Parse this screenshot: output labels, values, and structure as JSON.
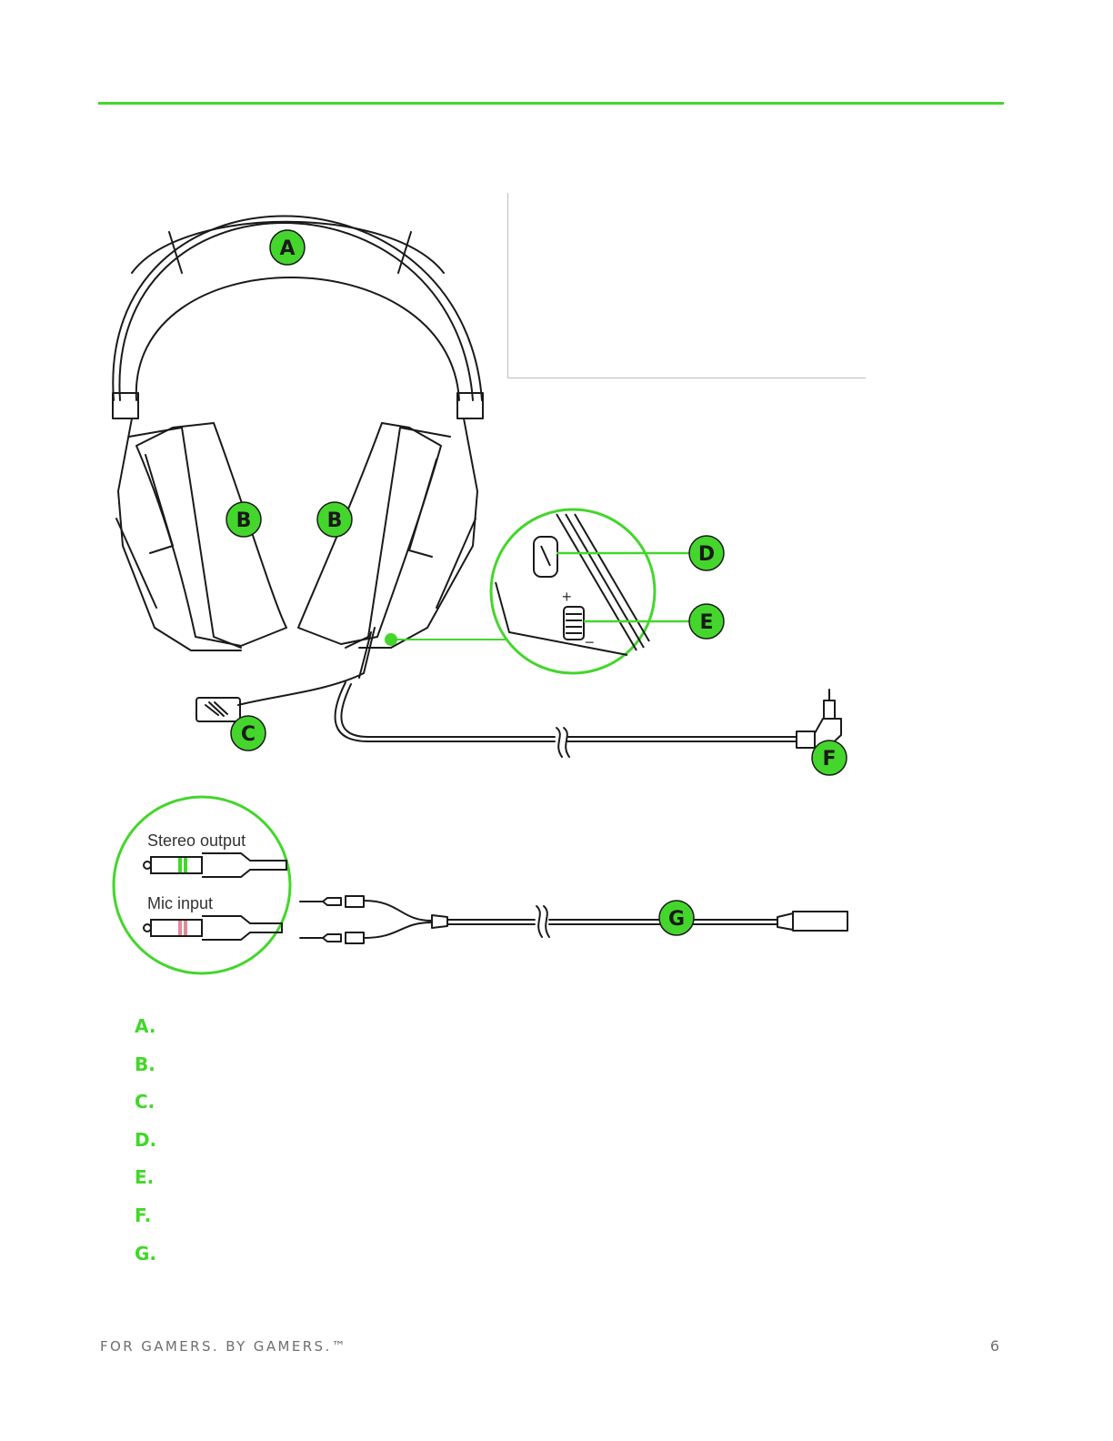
{
  "header": {
    "rule_color": "#44d62c"
  },
  "diagram": {
    "callouts": {
      "headband": "A",
      "ear_cushion_left": "B",
      "ear_cushion_right": "B",
      "microphone": "C",
      "mic_mute": "D",
      "volume_wheel": "E",
      "plug_3_5mm": "F",
      "splitter": "G"
    },
    "stereo_output_label": "Stereo output",
    "mic_input_label": "Mic input",
    "volume_plus": "+",
    "volume_minus": "−",
    "accent_color": "#44d62c"
  },
  "parts": [
    "A.",
    "B.",
    "C.",
    "D.",
    "E.",
    "F.",
    "G."
  ],
  "footer": {
    "tagline": "FOR GAMERS. BY GAMERS.™",
    "page_number": "6"
  }
}
